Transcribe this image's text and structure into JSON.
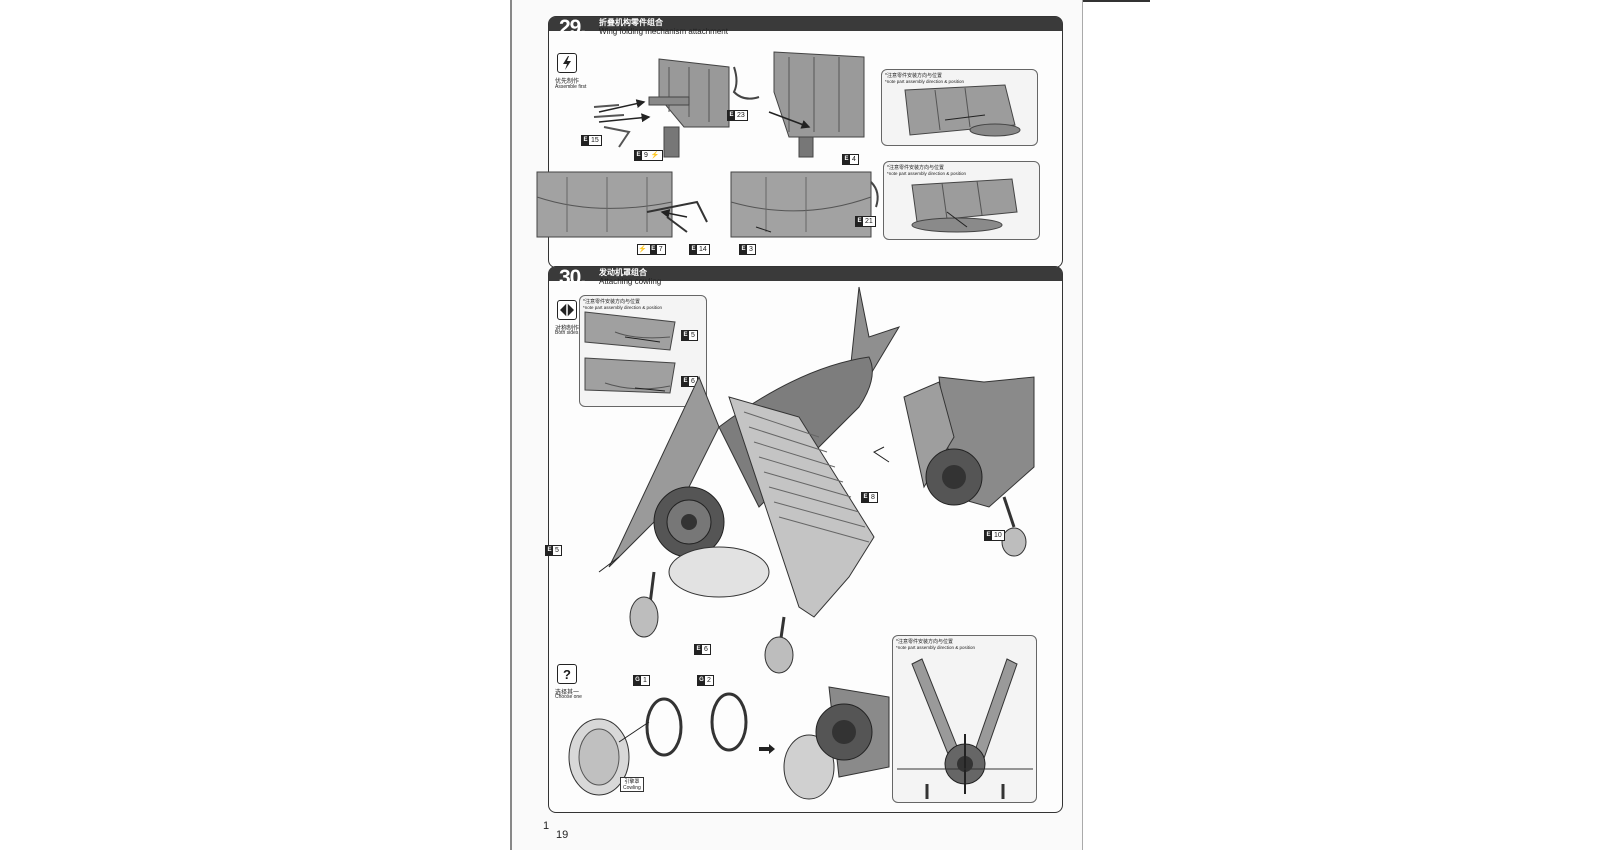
{
  "step29": {
    "number": "29.",
    "title_cn": "折叠机构零件组合",
    "title_en": "Wing folding mechanism attachment",
    "icon": {
      "name": "lightning-icon",
      "label_cn": "优先制作",
      "label_en": "Assemble first"
    },
    "notes": [
      {
        "cn": "*注意零件安装方向与位置",
        "en": "*note part assembly direction & position"
      },
      {
        "cn": "*注意零件安装方向与位置",
        "en": "*note part assembly direction & position"
      }
    ],
    "tags": [
      "15",
      "9",
      "23",
      "4",
      "7",
      "14",
      "3",
      "21"
    ]
  },
  "step30": {
    "number": "30.",
    "title_cn": "发动机罩组合",
    "title_en": "Attaching cowling",
    "icon_sym": {
      "name": "symmetric-icon",
      "label_cn": "对称制作",
      "label_en": "Both sides"
    },
    "icon_choose": {
      "name": "choose-one-icon",
      "label_cn": "选择其一",
      "label_en": "Choose one"
    },
    "notes": [
      {
        "cn": "*注意零件安装方向与位置",
        "en": "*note part assembly direction & position"
      },
      {
        "cn": "*注意零件安装方向与位置",
        "en": "*note part assembly direction & position"
      }
    ],
    "tags": [
      "5",
      "6",
      "8",
      "10",
      "5",
      "6"
    ],
    "cowl_tags": [
      "1",
      "2"
    ],
    "cowl_label_cn": "引擎罩",
    "cowl_label_en": "Cowling"
  },
  "page": {
    "left_mark": "1",
    "number": "19"
  }
}
